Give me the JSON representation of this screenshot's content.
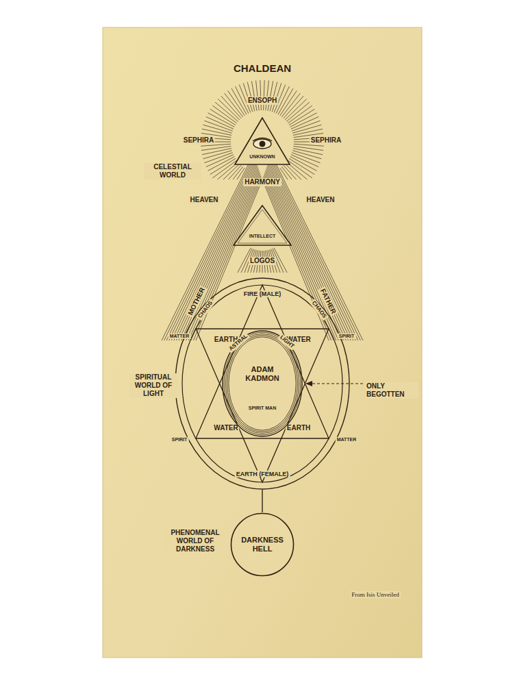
{
  "diagram": {
    "title": "CHALDEAN",
    "nodes": [
      {
        "text": [
          "UNKNOWN"
        ]
      },
      {
        "text": [
          "INTELLECT"
        ]
      },
      {
        "text": [
          "FIRE (MALE)",
          "EARTH",
          "WATER",
          "WATER",
          "EARTH",
          "EARTH (FEMALE)"
        ]
      },
      {
        "text": [
          "ADAM KADMON",
          "SPIRIT MAN"
        ],
        "in": 2
      },
      {
        "text": [
          "DARKNESS HELL"
        ]
      }
    ],
    "edges": [
      {
        "from": 2,
        "to": 4,
        "arrow": "none"
      }
    ],
    "labels": [
      "ENSOPH",
      "SEPHIRA",
      "SEPHIRA",
      "CELESTIAL WORLD",
      "HARMONY",
      "HEAVEN",
      "HEAVEN",
      "LOGOS",
      "MOTHER",
      "FATHER",
      "CHAOS",
      "CHAOS",
      "MATTER",
      "SPIRIT",
      "ASTRAL",
      "LIGHT",
      "ONLY BEGOTTEN",
      "SPIRITUAL WORLD OF LIGHT",
      "SPIRIT",
      "MATTER",
      "PHENOMENAL WORLD OF DARKNESS",
      "From Isis Unveiled"
    ]
  }
}
